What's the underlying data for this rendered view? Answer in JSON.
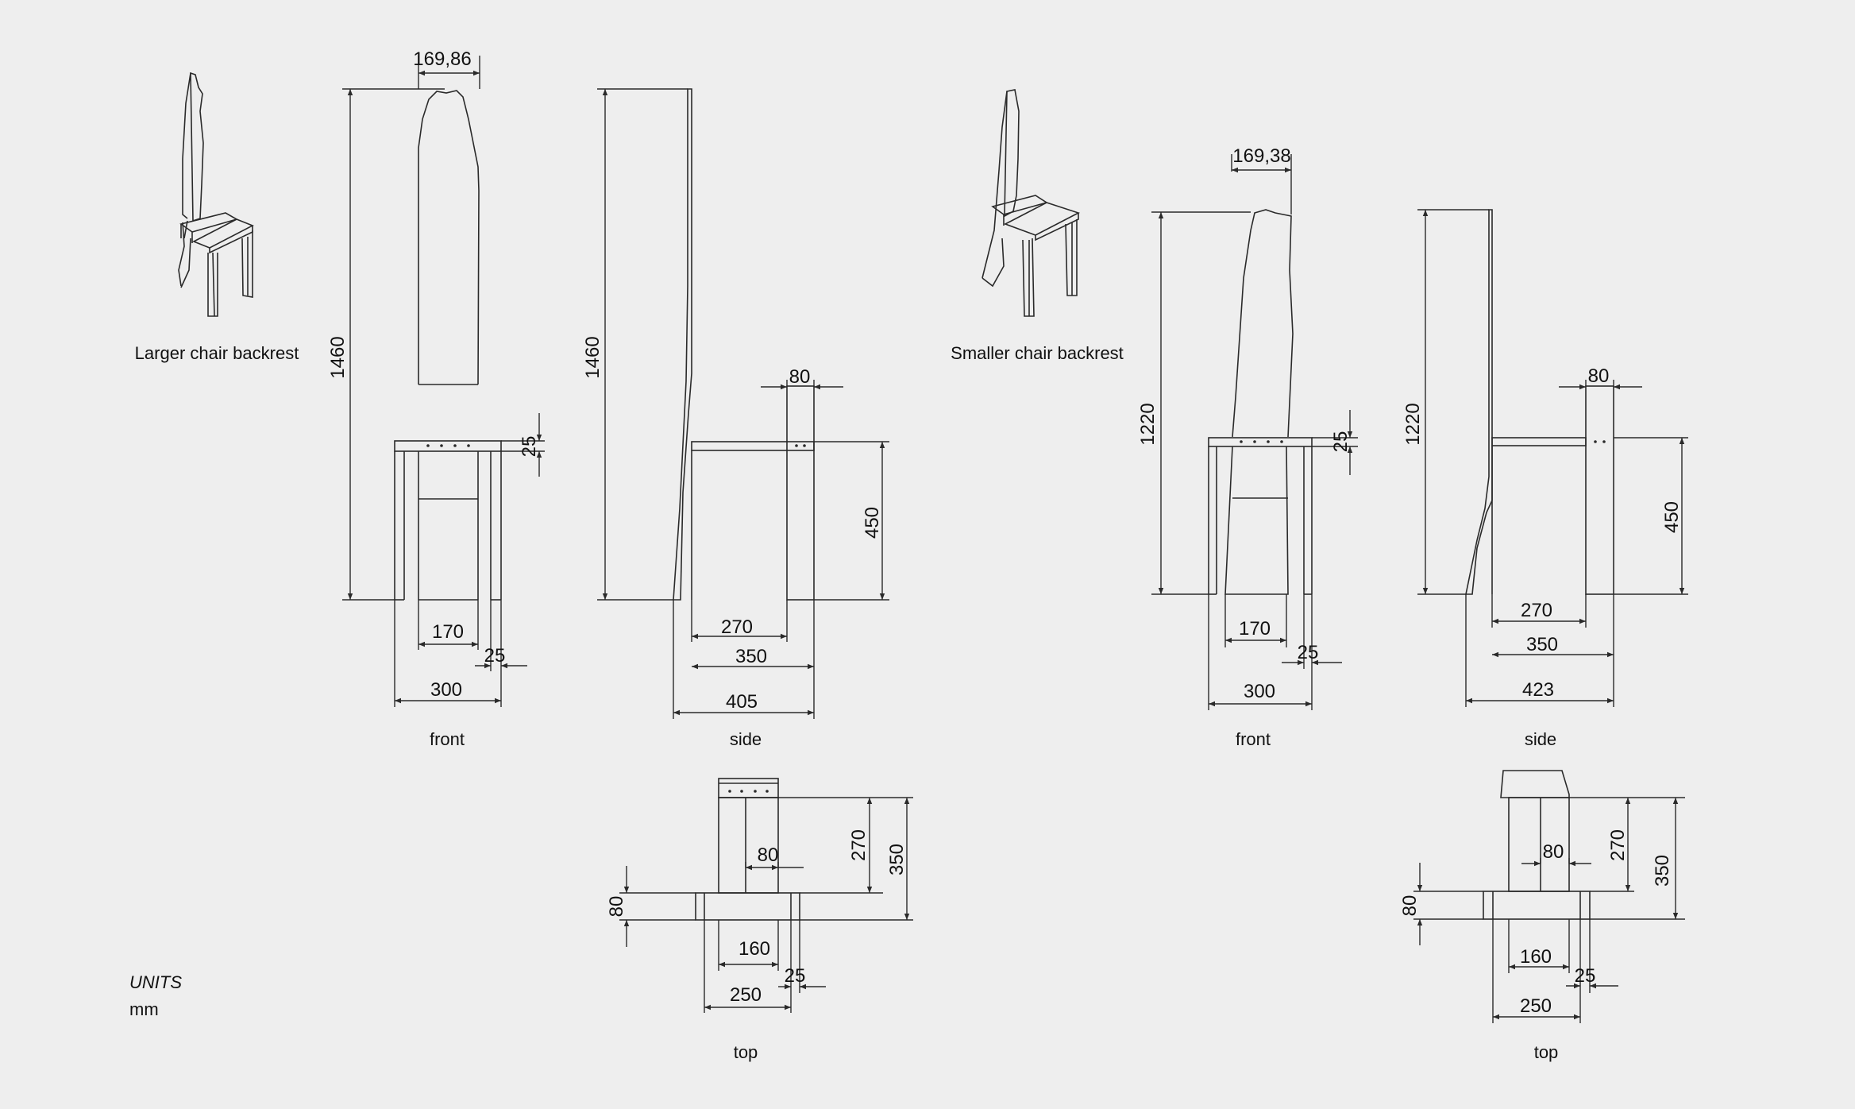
{
  "captions": {
    "larger_chair": "Larger chair backrest",
    "smaller_chair": "Smaller chair backrest",
    "front": "front",
    "side": "side",
    "top": "top",
    "units_label": "UNITS",
    "units_value": "mm"
  },
  "larger": {
    "front": {
      "backrest_width": "169,86",
      "height": "1460",
      "seat_thickness": "25",
      "backrest_base": "170",
      "leg": "25",
      "width": "300"
    },
    "side": {
      "height": "1460",
      "leg_depth": "80",
      "seat_height": "450",
      "seat_depth": "270",
      "depth": "350",
      "overall": "405"
    },
    "top": {
      "seat_length": "270",
      "overall_depth": "350",
      "slat": "80",
      "side_rail": "80",
      "backrest": "160",
      "leg": "25",
      "width": "250"
    }
  },
  "smaller": {
    "front": {
      "backrest_width": "169,38",
      "height": "1220",
      "seat_thickness": "25",
      "backrest_base": "170",
      "leg": "25",
      "width": "300"
    },
    "side": {
      "height": "1220",
      "leg_depth": "80",
      "seat_height": "450",
      "seat_depth": "270",
      "depth": "350",
      "overall": "423"
    },
    "top": {
      "slat": "80",
      "seat_length": "270",
      "overall_depth": "350",
      "side_rail": "80",
      "backrest": "160",
      "leg": "25",
      "width": "250"
    }
  }
}
